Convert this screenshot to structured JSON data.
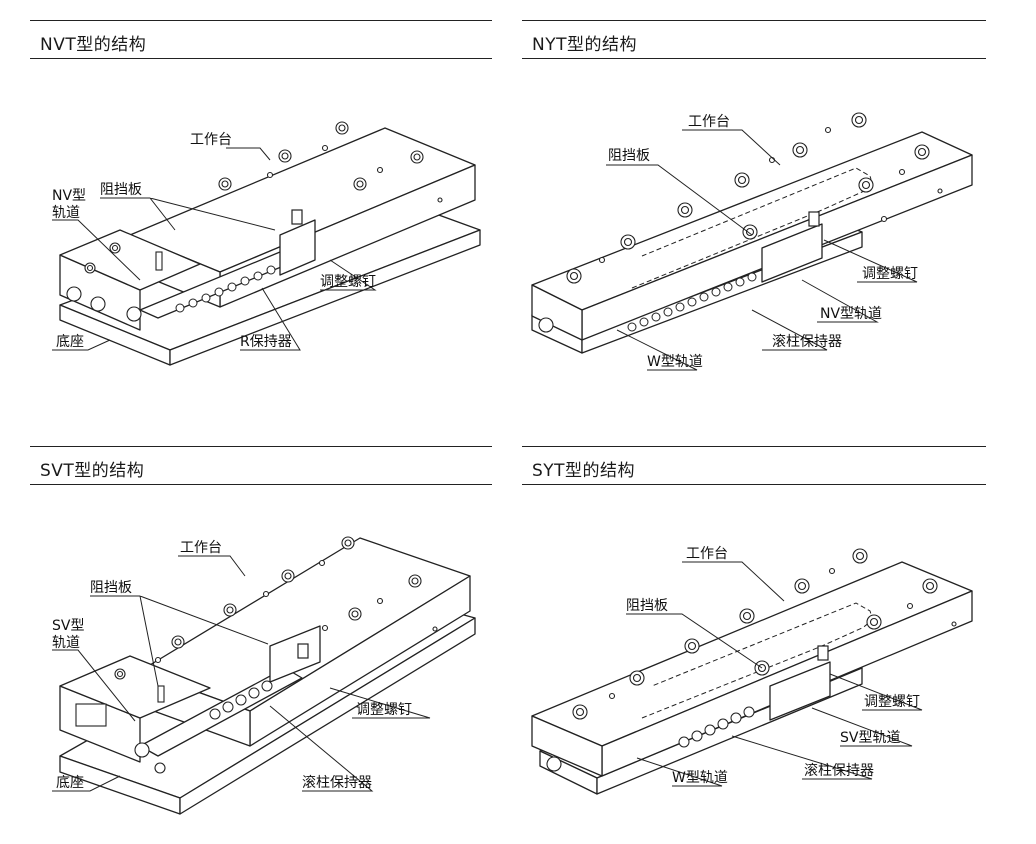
{
  "panels": [
    {
      "title": "NVT型的结构",
      "labels": {
        "worktable": "工作台",
        "end_plate": "阻挡板",
        "rail_a": "NV型",
        "rail_b": "轨道",
        "adjust_screw": "调整螺钉",
        "base": "底座",
        "cage": "R保持器"
      }
    },
    {
      "title": "NYT型的结构",
      "labels": {
        "worktable": "工作台",
        "end_plate": "阻挡板",
        "adjust_screw": "调整螺钉",
        "rail_nv": "NV型轨道",
        "cage": "滚柱保持器",
        "rail_w": "W型轨道"
      }
    },
    {
      "title": "SVT型的结构",
      "labels": {
        "worktable": "工作台",
        "end_plate": "阻挡板",
        "rail_a": "SV型",
        "rail_b": "轨道",
        "adjust_screw": "调整螺钉",
        "base": "底座",
        "cage": "滚柱保持器"
      }
    },
    {
      "title": "SYT型的结构",
      "labels": {
        "worktable": "工作台",
        "end_plate": "阻挡板",
        "adjust_screw": "调整螺钉",
        "rail_sv": "SV型轨道",
        "cage": "滚柱保持器",
        "rail_w": "W型轨道"
      }
    }
  ]
}
